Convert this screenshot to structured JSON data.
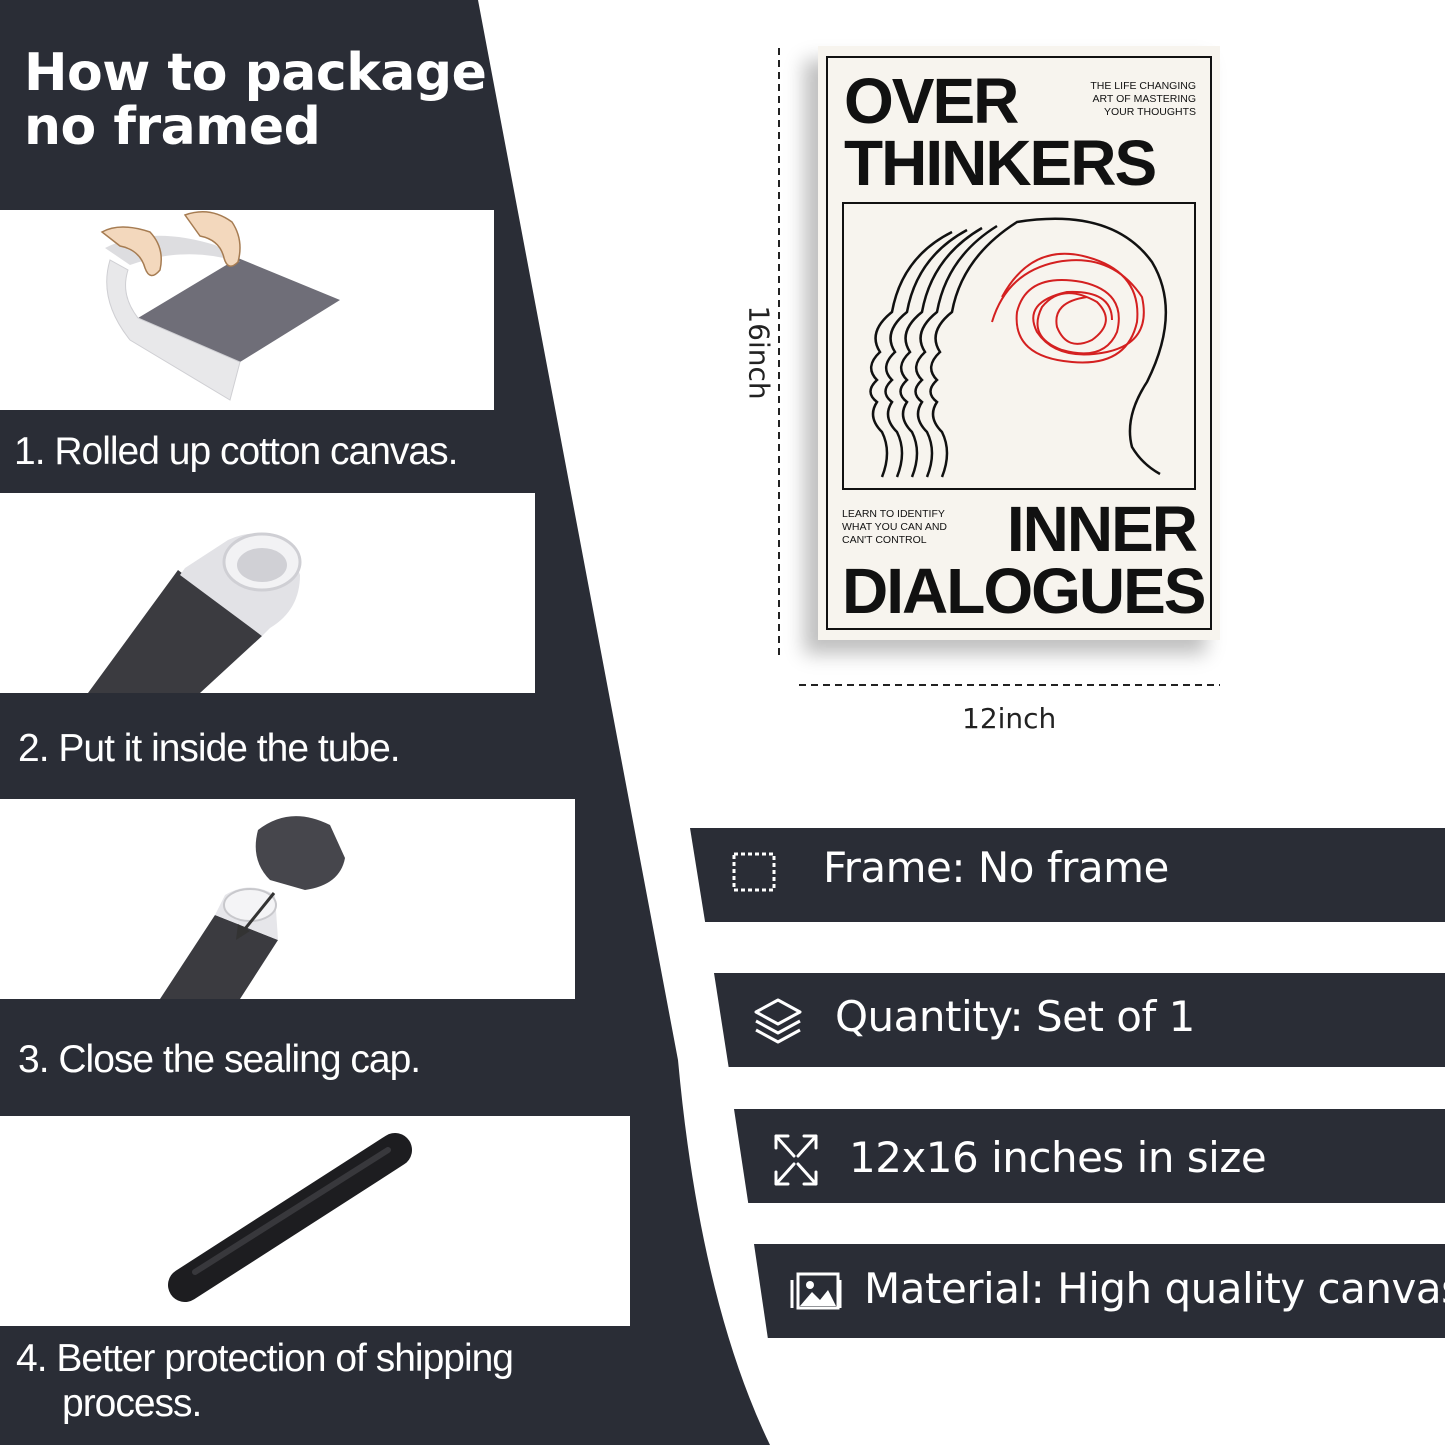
{
  "left_panel": {
    "title_line1": "How to package",
    "title_line2": "no framed",
    "steps": [
      {
        "label": "1. Rolled up cotton canvas."
      },
      {
        "label": "2. Put it inside the tube."
      },
      {
        "label": "3. Close the sealing cap."
      },
      {
        "label_line1": "4. Better protection of shipping",
        "label_line2": "process."
      }
    ],
    "colors": {
      "panel": "#2a2d36",
      "card": "#ffffff"
    }
  },
  "poster": {
    "title_top_line1": "OVER",
    "title_top_line2": "THINKERS",
    "tagline_top": [
      "THE LIFE CHANGING",
      "ART OF MASTERING",
      "YOUR THOUGHTS"
    ],
    "tagline_bottom": [
      "LEARN TO IDENTIFY",
      "WHAT YOU CAN AND",
      "CAN'T CONTROL"
    ],
    "title_bottom_line1": "INNER",
    "title_bottom_line2": "DIALOGUES",
    "accent_color": "#d42020"
  },
  "dimensions": {
    "height_label": "16inch",
    "width_label": "12inch"
  },
  "features": [
    {
      "icon": "frame-icon",
      "text": "Frame: No frame"
    },
    {
      "icon": "layers-icon",
      "text": "Quantity: Set of 1"
    },
    {
      "icon": "expand-icon",
      "text": "12x16 inches in size"
    },
    {
      "icon": "image-icon",
      "text": "Material: High quality canvas"
    }
  ]
}
